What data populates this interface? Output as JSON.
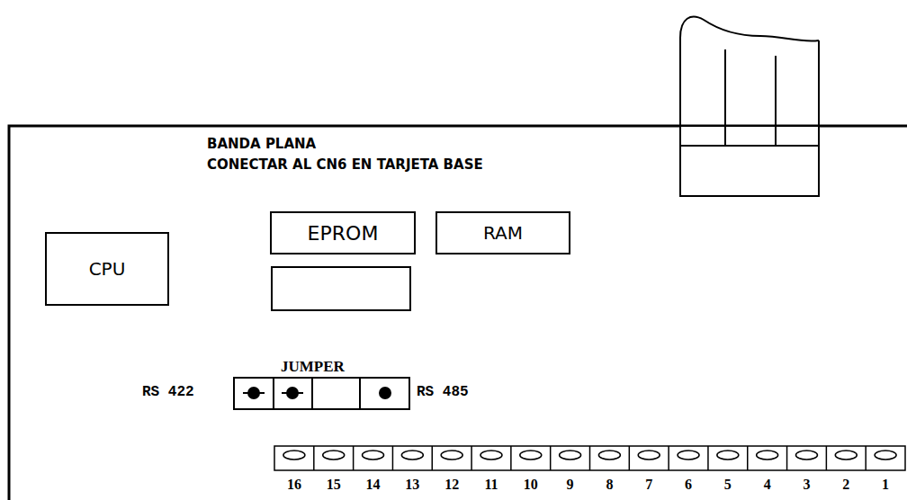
{
  "diagram": {
    "nodes": [
      {
        "text": [
          "CPU"
        ]
      },
      {
        "text": [
          "EPROM"
        ]
      },
      {
        "text": [
          "RAM"
        ]
      }
    ],
    "labels": [
      "BANDA PLANA",
      "CONECTAR AL CN6 EN TARJETA BASE",
      "JUMPER",
      "RS 422",
      "RS 485",
      "16",
      "15",
      "14",
      "13",
      "12",
      "11",
      "10",
      "9",
      "8",
      "7",
      "6",
      "5",
      "4",
      "3",
      "2",
      "1"
    ]
  }
}
